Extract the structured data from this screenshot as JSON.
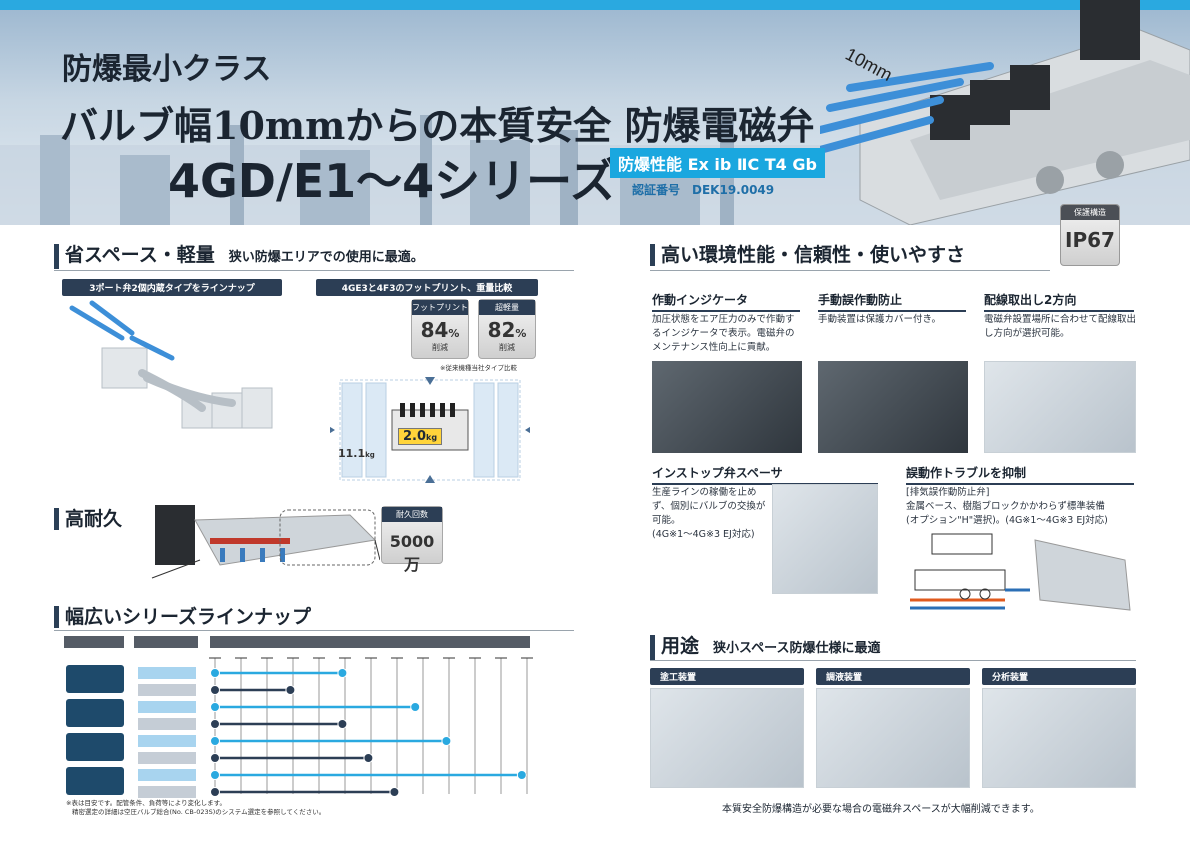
{
  "hero": {
    "line1": "防爆最小クラス",
    "line2": "バルブ幅10mmからの本質安全 防爆電磁弁",
    "line3": "4GD/E1〜4シリーズ",
    "performance": "防爆性能 Ex ib ⅡC T4 Gb",
    "cert_label": "認証番号",
    "cert_number": "DEK19.0049",
    "width_tag": "10mm"
  },
  "ip": {
    "label": "保護構造",
    "value": "IP67"
  },
  "space": {
    "title": "省スペース・軽量",
    "subtitle": "狭い防爆エリアでの使用に最適。",
    "bar1": "3ポート弁2個内蔵タイプをラインナップ",
    "bar2": "4GE3と4F3のフットプリント、重量比較",
    "stat1": {
      "label": "フットプリント",
      "value": "84",
      "unit": "%",
      "desc": "削減"
    },
    "stat2": {
      "label": "超軽量",
      "value": "82",
      "unit": "%",
      "desc": "削減"
    },
    "note": "※従来機種当社タイプ比較",
    "weight_new": "2.0",
    "weight_new_unit": "kg",
    "weight_old": "11.1",
    "weight_old_unit": "kg"
  },
  "durable": {
    "title": "高耐久",
    "life_label": "耐久回数",
    "life_value": "5000万"
  },
  "lineup": {
    "title": "幅広いシリーズラインナップ",
    "rows": [
      {
        "stop": 4.9
      },
      {
        "stop": 2.9
      },
      {
        "stop": 7.7
      },
      {
        "stop": 4.9
      },
      {
        "stop": 8.9
      },
      {
        "stop": 5.9
      },
      {
        "stop": 11.8
      },
      {
        "stop": 6.9
      }
    ],
    "note1": "※表は目安です。配管条件、負荷等により変化します。",
    "note2": "精密選定の詳細は空圧バルブ総合(No. CB-023S)のシステム選定を参照してください。"
  },
  "env": {
    "title": "高い環境性能・信頼性・使いやすさ",
    "f1": {
      "title": "作動インジケータ",
      "text": "加圧状態をエア圧力のみで作動するインジケータで表示。電磁弁のメンテナンス性向上に貢献。"
    },
    "f2": {
      "title": "手動誤作動防止",
      "text": "手動装置は保護カバー付き。"
    },
    "f3": {
      "title": "配線取出し2方向",
      "text": "電磁弁設置場所に合わせて配線取出し方向が選択可能。"
    },
    "f4": {
      "title": "インストップ弁スペーサ",
      "text": "生産ラインの稼働を止めず、個別にバルブの交換が可能。",
      "note": "(4G※1〜4G※3 EJ対応)"
    },
    "f5": {
      "title": "誤動作トラブルを抑制",
      "tag": "[排気誤作動防止弁]",
      "text": "金属ベース、樹脂ブロックかかわらず標準装備",
      "note": "(オプション\"H\"選択)。(4G※1〜4G※3 EJ対応)"
    }
  },
  "usage": {
    "title": "用途",
    "subtitle": "狭小スペース防爆仕様に最適",
    "a1": "塗工装置",
    "a2": "調液装置",
    "a3": "分析装置",
    "footer": "本質安全防爆構造が必要な場合の電磁弁スペースが大幅削減できます。"
  },
  "colors": {
    "accent": "#2aa9e0",
    "navy": "#2c3e55"
  }
}
